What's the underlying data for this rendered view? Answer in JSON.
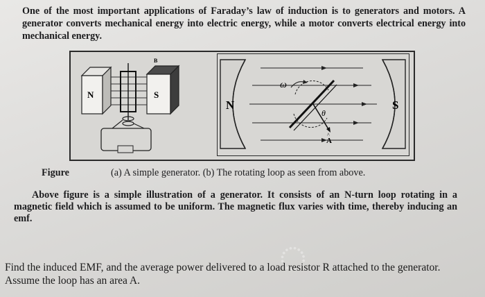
{
  "intro": "One of the most important applications of Faraday’s law of induction is to generators and motors. A generator converts mechanical energy into electric energy, while a motor converts electrical energy into mechanical energy.",
  "figure": {
    "panel_a": {
      "north_label": "N",
      "south_label": "S",
      "field_label": "B"
    },
    "panel_b": {
      "north_label": "N",
      "south_label": "S",
      "omega_label": "ω",
      "theta_label": "θ",
      "area_vector_label": "A",
      "area_vector_hat": "^"
    },
    "caption_label": "Figure",
    "caption_text": "(a) A simple generator. (b) The rotating loop as seen from above."
  },
  "body_text": "Above figure is a simple illustration of a generator. It consists of an N-turn loop rotating in a magnetic field which is assumed to be uniform. The magnetic flux varies with time, thereby inducing an emf.",
  "question": "Find the induced EMF, and the average power delivered to a load resistor R attached to the generator. Assume the loop has an area A."
}
